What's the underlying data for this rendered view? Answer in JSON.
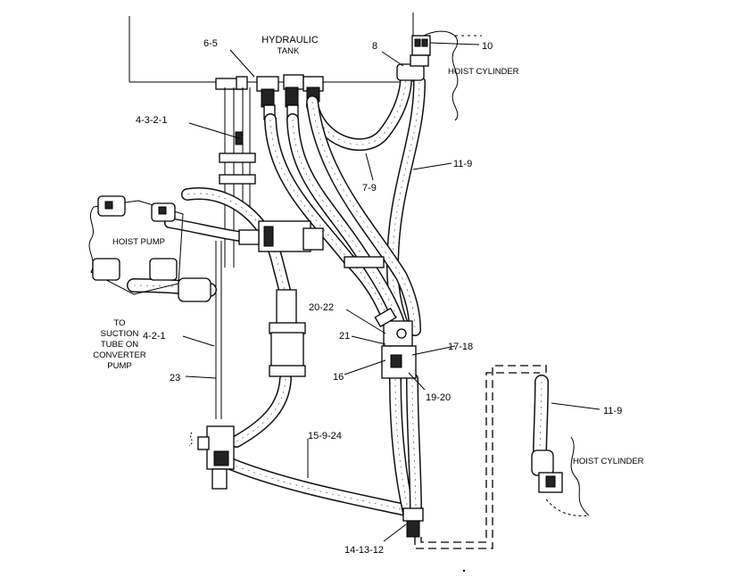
{
  "labels": {
    "hydraulic_tank_line1": "HYDRAULIC",
    "hydraulic_tank_line2": "TANK",
    "part_6_5": "6-5",
    "part_8": "8",
    "part_10": "10",
    "hoist_cylinder_top": "HOIST CYLINDER",
    "part_4_3_2_1": "4-3-2-1",
    "part_7_9": "7-9",
    "part_11_9_top": "11-9",
    "hoist_pump": "HOIST PUMP",
    "suction_line1": "TO",
    "suction_line2": "SUCTION",
    "suction_line3": "TUBE ON",
    "suction_line4": "CONVERTER",
    "suction_line5": "PUMP",
    "part_4_2_1": "4-2-1",
    "part_23": "23",
    "part_20_22": "20-22",
    "part_21": "21",
    "part_17_18": "17-18",
    "part_16": "16",
    "part_19_20": "19-20",
    "part_11_9_right": "11-9",
    "hoist_cylinder_right": "HOIST CYLINDER",
    "part_15_9_24": "15-9-24",
    "part_14_13_12": "14-13-12"
  },
  "colors": {
    "line": "#000000",
    "background": "#ffffff",
    "hose_texture": "#444444"
  }
}
